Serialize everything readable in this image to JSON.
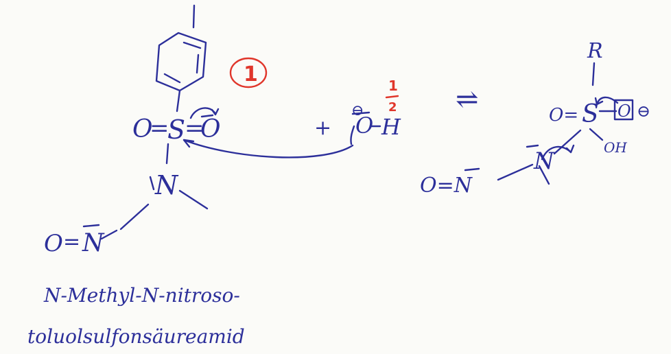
{
  "left_structure": {
    "s1": "O",
    "s2": "=",
    "s3": "S",
    "s4": "=",
    "s5": "O",
    "n_atom": "N",
    "nitroso_o": "O",
    "nitroso_eq": "=",
    "nitroso_n": "N"
  },
  "step_number": "1",
  "reagent": {
    "plus": "+",
    "o_atom": "O",
    "h": "H",
    "charge": "⊖",
    "fraction_num": "1",
    "fraction_den": "2"
  },
  "equilibrium_arrow": "⇌",
  "right_structure": {
    "r_group": "R",
    "o_left": "O=",
    "s_atom": "S",
    "o_right": "O",
    "charge": "⊖",
    "oh": "OH",
    "nitroso": "O=N",
    "n_center": "N"
  },
  "compound_name": {
    "line1": "N-Methyl-N-nitroso-",
    "line2": "toluolsulfonsäureamid"
  },
  "colors": {
    "ink_blue": "#2c2f9a",
    "ink_red": "#e0362b",
    "paper": "#fbfbf8"
  }
}
